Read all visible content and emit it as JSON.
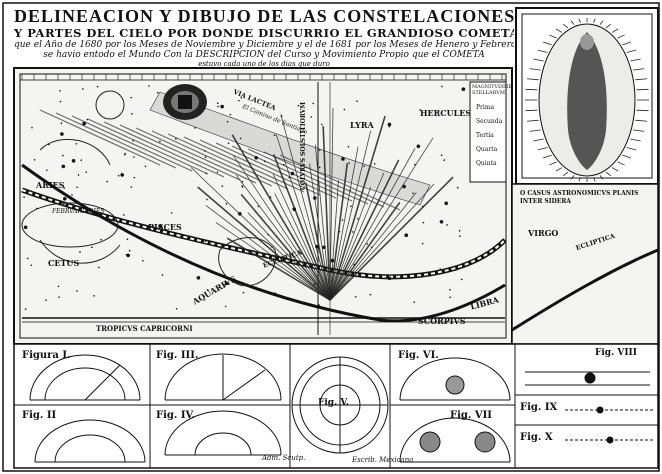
{
  "title": {
    "line1": "DELINEACION Y DIBUJO DE LAS CONSTELACIONES",
    "line2": "Y PARTES DEL CIELO POR DONDE DISCURRIO EL GRANDIOSO COMETA",
    "line3": "que el Año de 1680 por los Meses de Noviembre y Diciembre y el de 1681 por los Meses de Henero y Febrero",
    "line4": "se havio entodo el Mundo Con la DESCRIPCION del Curso y Movimiento Propio que el COMETA",
    "line5": "estuvo cada uno de los dias que duro"
  },
  "constellations": {
    "aries": "ARIES",
    "cetus": "CETUS",
    "pisces": "PISCES",
    "aquarius": "AQUARIVS",
    "hercules": "HERCULES",
    "lyra": "LYRA",
    "virgo": "VIRGO",
    "scorpius": "SCORPIVS",
    "libra": "LIBRA",
    "tropic": "TROPICVS CAPRICORNI",
    "ecliptic": "ECLIPTICA",
    "via_lactea": "VIA LACTEA",
    "colurus": "COLVRVS SOLSTITIORVM",
    "camino": "El Camino de Santiago",
    "ecliptic_right": "ECLIPTICA",
    "orbis": "O CASUS ASTRONOMICVS PLANIS INTER SIDERA",
    "februarii": "FEBRVARII DIES"
  },
  "legend": {
    "title": "MAGNITVDINE STELLARVM",
    "items": [
      "Prima",
      "Secunda",
      "Tertia",
      "Quarta",
      "Quinta"
    ]
  },
  "figures": {
    "f1": "Figura I.",
    "f2": "Fig. II",
    "f3": "Fig. III.",
    "f4": "Fig. IV.",
    "f5": "Fig. V.",
    "f6": "Fig. VI.",
    "f7": "Fig. VII",
    "f8": "Fig. VIII",
    "f9": "Fig. IX",
    "f10": "Fig. X"
  },
  "signatures": {
    "left": "Adm. Scutp.",
    "right": "Escrib. Mexicana"
  }
}
